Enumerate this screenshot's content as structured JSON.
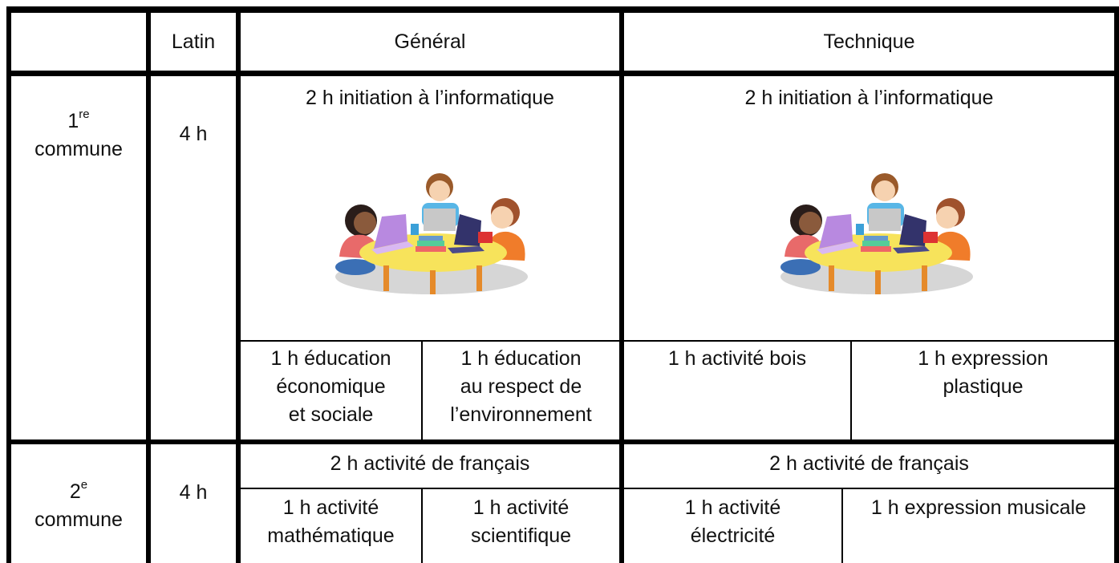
{
  "header": {
    "col_latin": "Latin",
    "col_general": "Général",
    "col_technique": "Technique"
  },
  "row1": {
    "label_num": "1",
    "label_sup": "re",
    "label_word": "commune",
    "latin": "4 h",
    "general_main": "2 h initiation à l’informatique",
    "technique_main": "2 h initiation à l’informatique",
    "general_sub1": [
      "1 h éducation",
      "économique",
      "et sociale"
    ],
    "general_sub2": [
      "1 h éducation",
      "au respect de",
      "l’environnement"
    ],
    "technique_sub1": [
      "1 h activité bois"
    ],
    "technique_sub2": [
      "1 h expression",
      "plastique"
    ]
  },
  "row2": {
    "label_num": "2",
    "label_sup": "e",
    "label_word": "commune",
    "latin": "4 h",
    "general_main": "2 h activité de français",
    "technique_main": "2 h activité de français",
    "general_sub1": [
      "1 h activité",
      "mathématique"
    ],
    "general_sub2": [
      "1 h activité",
      "scientifique"
    ],
    "technique_sub1": [
      "1 h activité",
      "électricité"
    ],
    "technique_sub2": [
      "1 h expression musicale"
    ]
  },
  "illustration": "children-at-computers-illustration"
}
